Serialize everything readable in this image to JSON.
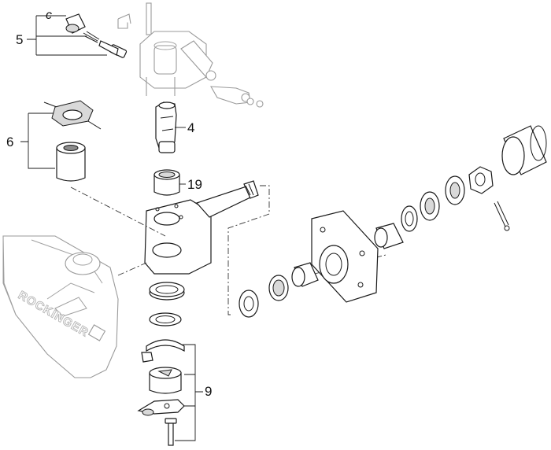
{
  "callouts": [
    {
      "id": "5",
      "label": "5"
    },
    {
      "id": "6",
      "label": "6"
    },
    {
      "id": "4",
      "label": "4"
    },
    {
      "id": "19",
      "label": "19"
    },
    {
      "id": "9",
      "label": "9"
    }
  ],
  "clip_mark": "c",
  "housing_brand": "ROCKINGER"
}
